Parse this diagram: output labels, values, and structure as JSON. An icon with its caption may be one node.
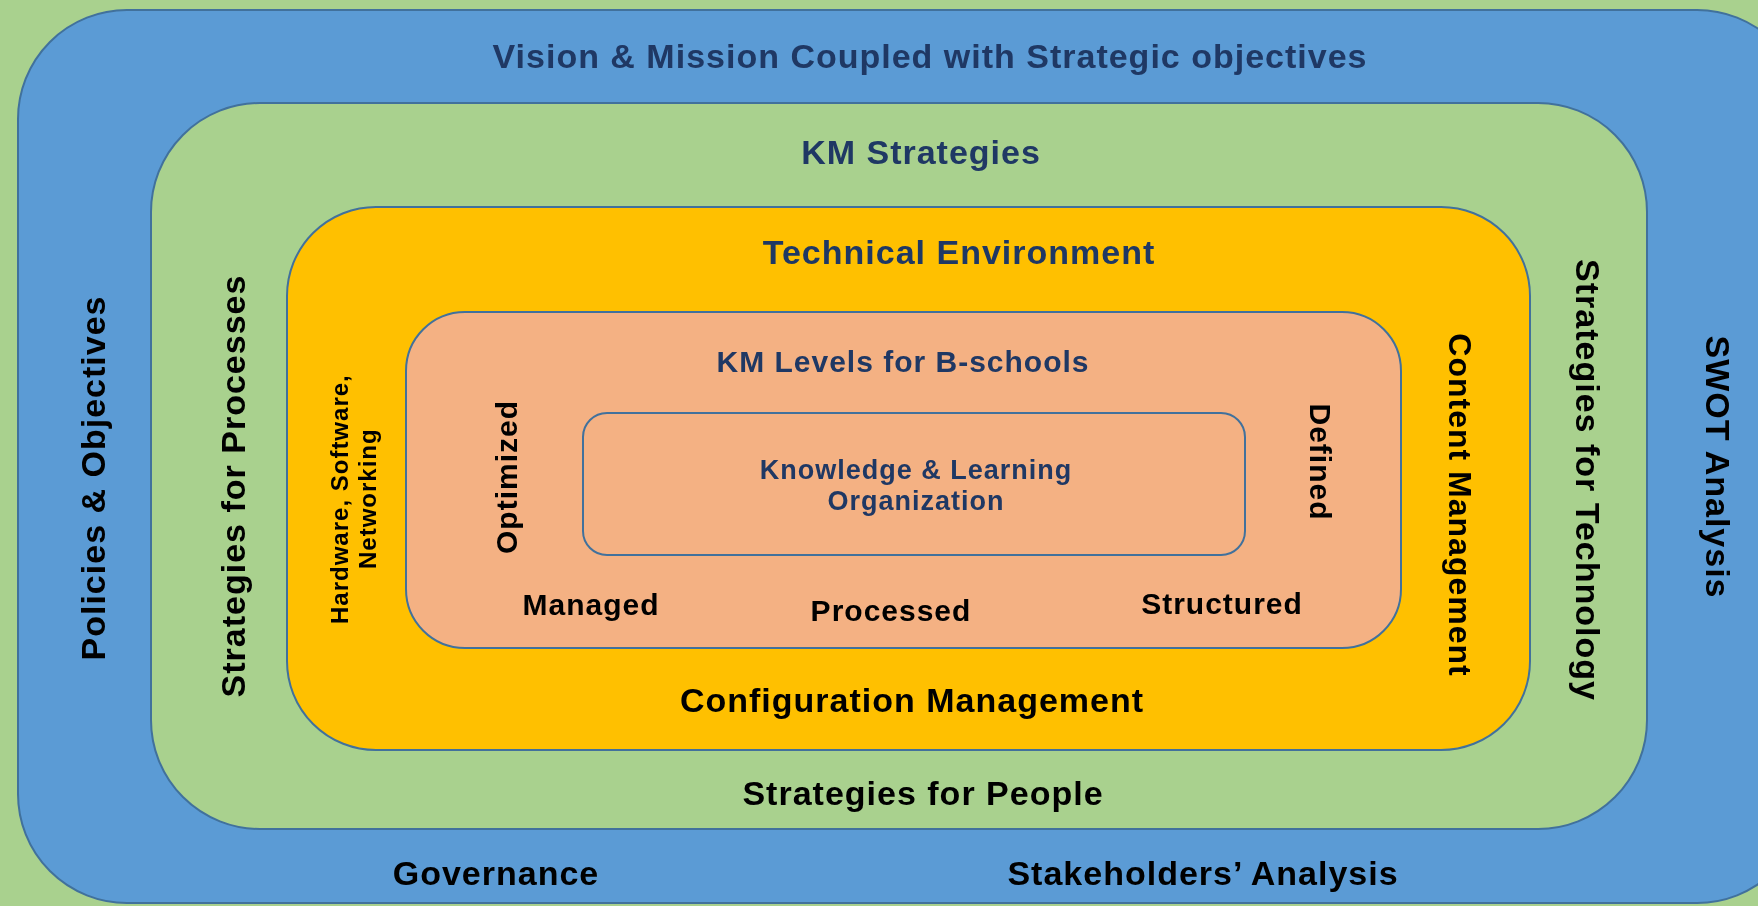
{
  "diagram": {
    "nodes": [
      {
        "text": [
          "Vision & Mission Coupled with Strategic objectives",
          "Policies & Objectives",
          "SWOT Analysis",
          "Governance",
          "Stakeholders’ Analysis"
        ]
      },
      {
        "text": [
          "KM Strategies",
          "Strategies for Processes",
          "Strategies for Technology",
          "Strategies for People"
        ],
        "in": 0
      },
      {
        "text": [
          "Technical Environment",
          "Hardware, Software, Networking",
          "Content Management",
          "Configuration Management"
        ],
        "in": 1
      },
      {
        "text": [
          "KM Levels for B-schools",
          "Optimized",
          "Defined",
          "Managed",
          "Processed",
          "Structured"
        ],
        "in": 2
      },
      {
        "text": [
          "Knowledge & Learning Organization"
        ],
        "in": 3
      }
    ]
  }
}
